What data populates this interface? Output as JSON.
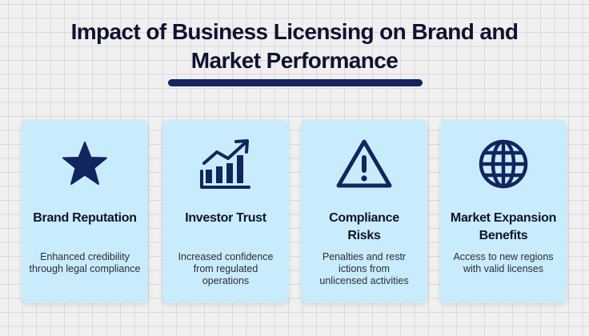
{
  "title": {
    "line1": "Impact of Business Licensing on Brand and",
    "line2": "Market Performance"
  },
  "colors": {
    "accent": "#12255e",
    "card_bg": "#c9ecfc",
    "background": "#f0f0f0",
    "text": "#0f1330"
  },
  "cards": [
    {
      "icon": "star-icon",
      "title": "Brand Reputation",
      "title_line2": "",
      "desc_lines": [
        "Enhanced credibility",
        "through legal compliance",
        ""
      ]
    },
    {
      "icon": "growth-chart-icon",
      "title": "Investor Trust",
      "title_line2": "",
      "desc_lines": [
        "Increased confidence",
        "from regulated",
        "operations"
      ]
    },
    {
      "icon": "warning-icon",
      "title": "Compliance",
      "title_line2": "Risks",
      "desc_lines": [
        "Penalties and restr",
        "ictions from",
        "unlicensed activities"
      ]
    },
    {
      "icon": "globe-icon",
      "title": "Market Expansion",
      "title_line2": "Benefits",
      "desc_lines": [
        "Access to new regions",
        "with valid licenses",
        ""
      ]
    }
  ]
}
